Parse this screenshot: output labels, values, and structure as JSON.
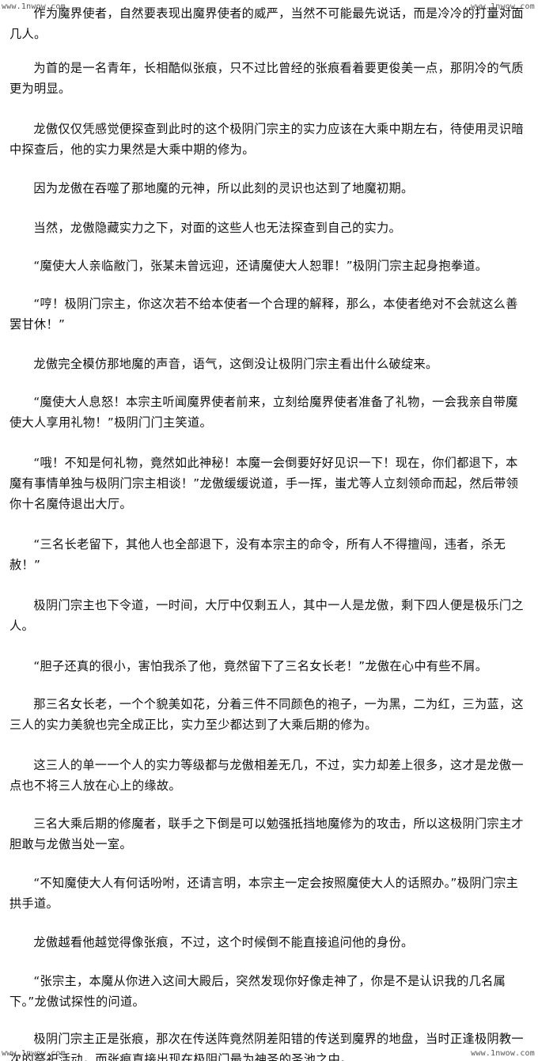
{
  "watermarks": {
    "top_left": "www.1nwow.com",
    "top_right": "www.1nwow.com",
    "bottom_left": "www.1nwow.com",
    "bottom_right": "www.1nwow.com"
  },
  "paragraphs": [
    "作为魔界使者，自然要表现出魔界使者的威严，当然不可能最先说话，而是冷冷的打量对面几人。",
    "为首的是一名青年，长相酷似张痕，只不过比曾经的张痕看着要更俊美一点，那阴冷的气质更为明显。",
    "龙傲仅仅凭感觉便探查到此时的这个极阴门宗主的实力应该在大乘中期左右，待使用灵识暗中探查后，他的实力果然是大乘中期的修为。",
    "因为龙傲在吞噬了那地魔的元神，所以此刻的灵识也达到了地魔初期。",
    "当然，龙傲隐藏实力之下，对面的这些人也无法探查到自己的实力。",
    "“魔使大人亲临敝门，张某未曾远迎，还请魔使大人恕罪！”极阴门宗主起身抱拳道。",
    "“哼！极阴门宗主，你这次若不给本使者一个合理的解释，那么，本使者绝对不会就这么善罢甘休！”",
    "龙傲完全模仿那地魔的声音，语气，这倒没让极阴门宗主看出什么破绽来。",
    "“魔使大人息怒！本宗主听闻魔界使者前来，立刻给魔界使者准备了礼物，一会我亲自带魔使大人享用礼物！”极阴门门主笑道。",
    "“哦！不知是何礼物，竟然如此神秘！本魔一会倒要好好见识一下！现在，你们都退下，本魔有事情单独与极阴门宗主相谈！”龙傲缓缓说道，手一挥，蚩尤等人立刻领命而起，然后带领你十名魔侍退出大厅。",
    "“三名长老留下，其他人也全部退下，没有本宗主的命令，所有人不得擅闯，违者，杀无赦！”",
    "极阴门宗主也下令道，一时间，大厅中仅剩五人，其中一人是龙傲，剩下四人便是极乐门之人。",
    "“胆子还真的很小，害怕我杀了他，竟然留下了三名女长老！”龙傲在心中有些不屑。",
    "那三名女长老，一个个貌美如花，分着三件不同颜色的袍子，一为黑，二为红，三为蓝，这三人的实力美貌也完全成正比，实力至少都达到了大乘后期的修为。",
    "这三人的单一一个人的实力等级都与龙傲相差无几，不过，实力却差上很多，这才是龙傲一点也不将三人放在心上的缘故。",
    "三名大乘后期的修魔者，联手之下倒是可以勉强抵挡地魔修为的攻击，所以这极阴门宗主才胆敢与龙傲当处一室。",
    "“不知魔使大人有何话吩咐，还请言明，本宗主一定会按照魔使大人的话照办。”极阴门宗主拱手道。",
    "龙傲越看他越觉得像张痕，不过，这个时候倒不能直接追问他的身份。",
    "“张宗主，本魔从你进入这间大殿后，突然发现你好像走神了，你是不是认识我的几名属下。”龙傲试探性的问道。",
    "极阴门宗主正是张痕，那次在传送阵竟然阴差阳错的传送到魔界的地盘，当时正逢极阴教一次的祭祀活动，而张痕直接出现在极阴门最为神圣的圣池之中。"
  ]
}
